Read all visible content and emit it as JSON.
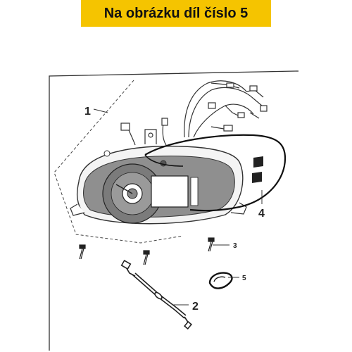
{
  "banner": {
    "text": "Na obrázku díl číslo 5",
    "background": "#f5c400"
  },
  "callouts": [
    {
      "id": "part-1",
      "label": "1"
    },
    {
      "id": "part-2",
      "label": "2"
    },
    {
      "id": "part-3",
      "label": "3"
    },
    {
      "id": "part-4",
      "label": "4"
    },
    {
      "id": "part-5",
      "label": "5"
    }
  ]
}
